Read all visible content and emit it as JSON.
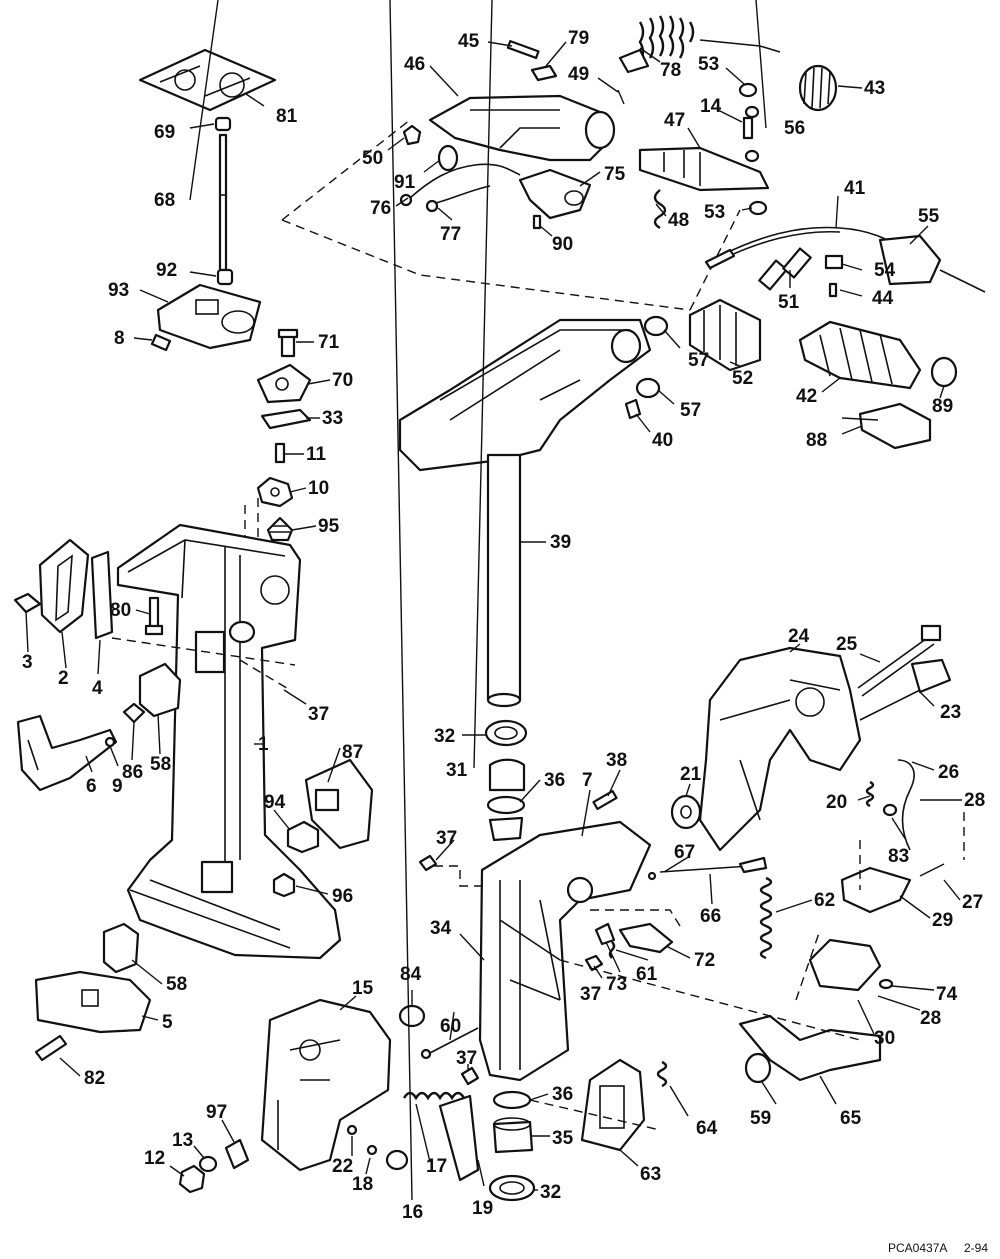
{
  "diagram": {
    "reference_code": "PCA0437A",
    "revision": "2-94",
    "callouts": [
      "45",
      "79",
      "46",
      "49",
      "78",
      "53",
      "43",
      "14",
      "56",
      "47",
      "50",
      "91",
      "75",
      "76",
      "77",
      "48",
      "90",
      "53",
      "41",
      "55",
      "54",
      "51",
      "44",
      "57",
      "52",
      "42",
      "89",
      "57",
      "40",
      "88",
      "81",
      "69",
      "68",
      "92",
      "93",
      "8",
      "71",
      "70",
      "33",
      "11",
      "10",
      "95",
      "39",
      "3",
      "2",
      "80",
      "4",
      "37",
      "58",
      "86",
      "9",
      "6",
      "1",
      "87",
      "94",
      "96",
      "58",
      "5",
      "82",
      "32",
      "31",
      "36",
      "7",
      "38",
      "21",
      "24",
      "25",
      "23",
      "26",
      "20",
      "83",
      "28",
      "27",
      "29",
      "62",
      "67",
      "66",
      "37",
      "34",
      "72",
      "61",
      "73",
      "37",
      "74",
      "28",
      "30",
      "15",
      "84",
      "60",
      "37",
      "59",
      "65",
      "36",
      "35",
      "64",
      "63",
      "32",
      "19",
      "16",
      "17",
      "18",
      "22",
      "12",
      "13",
      "97"
    ]
  }
}
